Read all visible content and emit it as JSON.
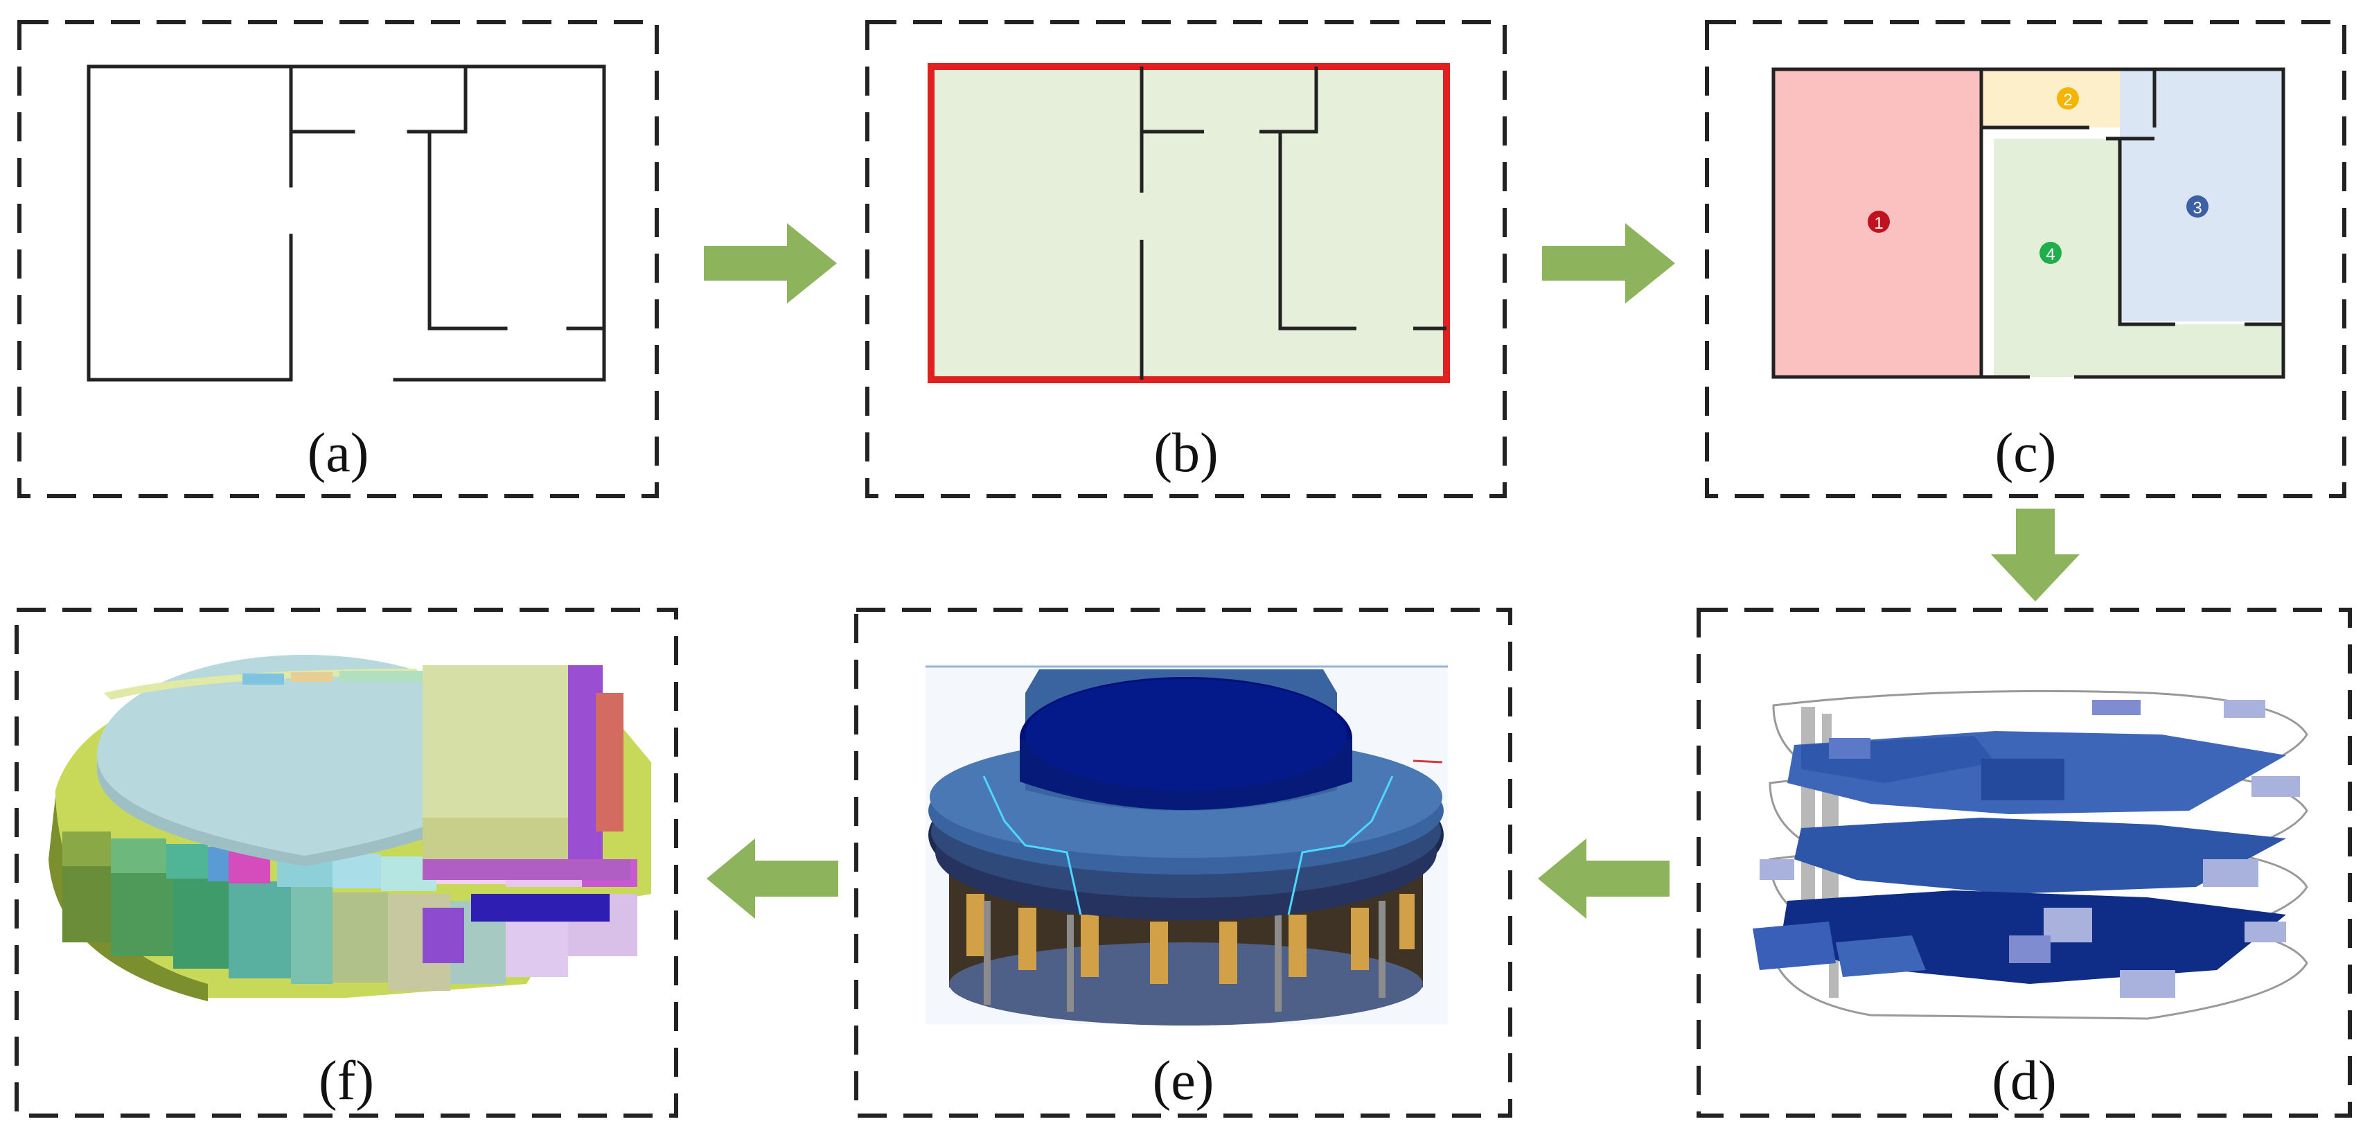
{
  "panels": [
    {
      "id": "a",
      "label": "(a)"
    },
    {
      "id": "b",
      "label": "(b)"
    },
    {
      "id": "c",
      "label": "(c)"
    },
    {
      "id": "d",
      "label": "(d)"
    },
    {
      "id": "e",
      "label": "(e)"
    },
    {
      "id": "f",
      "label": "(f)"
    }
  ],
  "rooms": [
    {
      "number": "1",
      "fill": "#fbc0c0",
      "marker": "#c0121e"
    },
    {
      "number": "2",
      "fill": "#fdefc9",
      "marker": "#f4b400"
    },
    {
      "number": "3",
      "fill": "#dbe6f4",
      "marker": "#3d5fa6"
    },
    {
      "number": "4",
      "fill": "#e3efd9",
      "marker": "#1fae4b"
    }
  ],
  "colors": {
    "frame_dash": "#222222",
    "arrow": "#8db45d",
    "wall": "#222222",
    "boundary": "#e11f1f",
    "plan_fill": "#e6efd9",
    "floor_blue": "#2a4da0",
    "floor_dark": "#0c2775",
    "model_dark": "#000f7a",
    "model_mid": "#2e5a9e"
  }
}
